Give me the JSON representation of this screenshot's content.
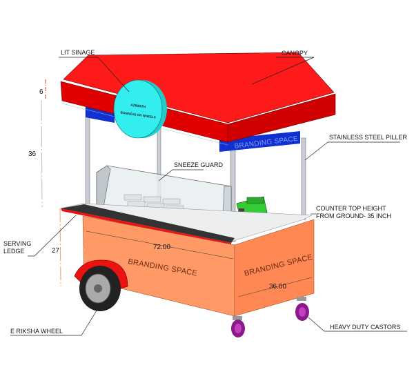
{
  "labels": {
    "lit_sinage": "LIT SINAGE",
    "canopy": "CANOPY",
    "steel_piller": "STAINLESS STEEL PILLER",
    "sneeze_guard": "SNEEZE GUARD",
    "counter_line1": "COUNTER TOP HEIGHT",
    "counter_line2": "FROM GROUND- 35 INCH",
    "serving_line1": "SERVING",
    "serving_line2": "LEDGE",
    "wheel": "E RIKSHA WHEEL",
    "castors": "HEAVY DUTY CASTORS"
  },
  "sign": {
    "line1": "AZIMATH",
    "line2": "BUSINESS ON WHEELS"
  },
  "branding": {
    "canopy": "BRANDING SPACE",
    "front": "BRANDING SPACE",
    "side": "BRANDING SPACE"
  },
  "dimensions": {
    "canopy_height": "6",
    "pillar_height": "36",
    "counter_height": "27",
    "length": "72.00",
    "width": "36.00"
  },
  "colors": {
    "canopy": "#ff0000",
    "body": "#ff9966",
    "sign": "#33eeee",
    "blue": "#1030d0",
    "castor": "#9a1a9a"
  }
}
